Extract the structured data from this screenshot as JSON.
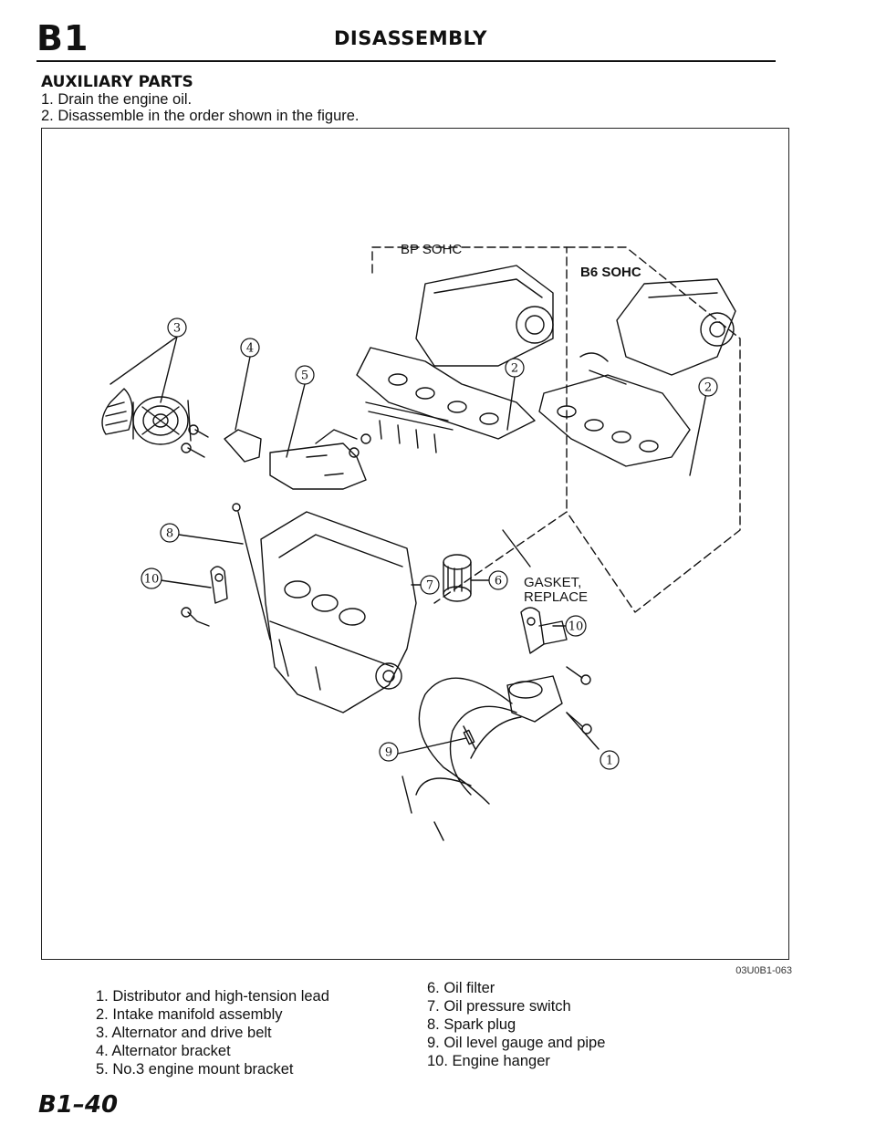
{
  "header": {
    "section_code": "B1",
    "title": "DISASSEMBLY"
  },
  "section": {
    "subtitle": "AUXILIARY PARTS",
    "steps": [
      "1. Drain the engine oil.",
      "2. Disassemble in the order shown in the figure."
    ]
  },
  "figure": {
    "code": "03U0B1-063",
    "labels": {
      "bp_sohc": "BP SOHC",
      "b6_sohc": "B6 SOHC",
      "gasket_line1": "GASKET,",
      "gasket_line2": "REPLACE"
    },
    "callouts": [
      "1",
      "2",
      "2",
      "3",
      "4",
      "5",
      "6",
      "7",
      "8",
      "9",
      "10",
      "10"
    ]
  },
  "legend": {
    "left": [
      "1. Distributor and high-tension lead",
      "2. Intake manifold assembly",
      "3. Alternator and drive belt",
      "4. Alternator bracket",
      "5. No.3 engine mount bracket"
    ],
    "right": [
      "6. Oil filter",
      "7. Oil pressure switch",
      "8. Spark plug",
      "9. Oil level gauge and pipe",
      "10. Engine hanger"
    ]
  },
  "footer": {
    "page_number": "B1–40"
  }
}
